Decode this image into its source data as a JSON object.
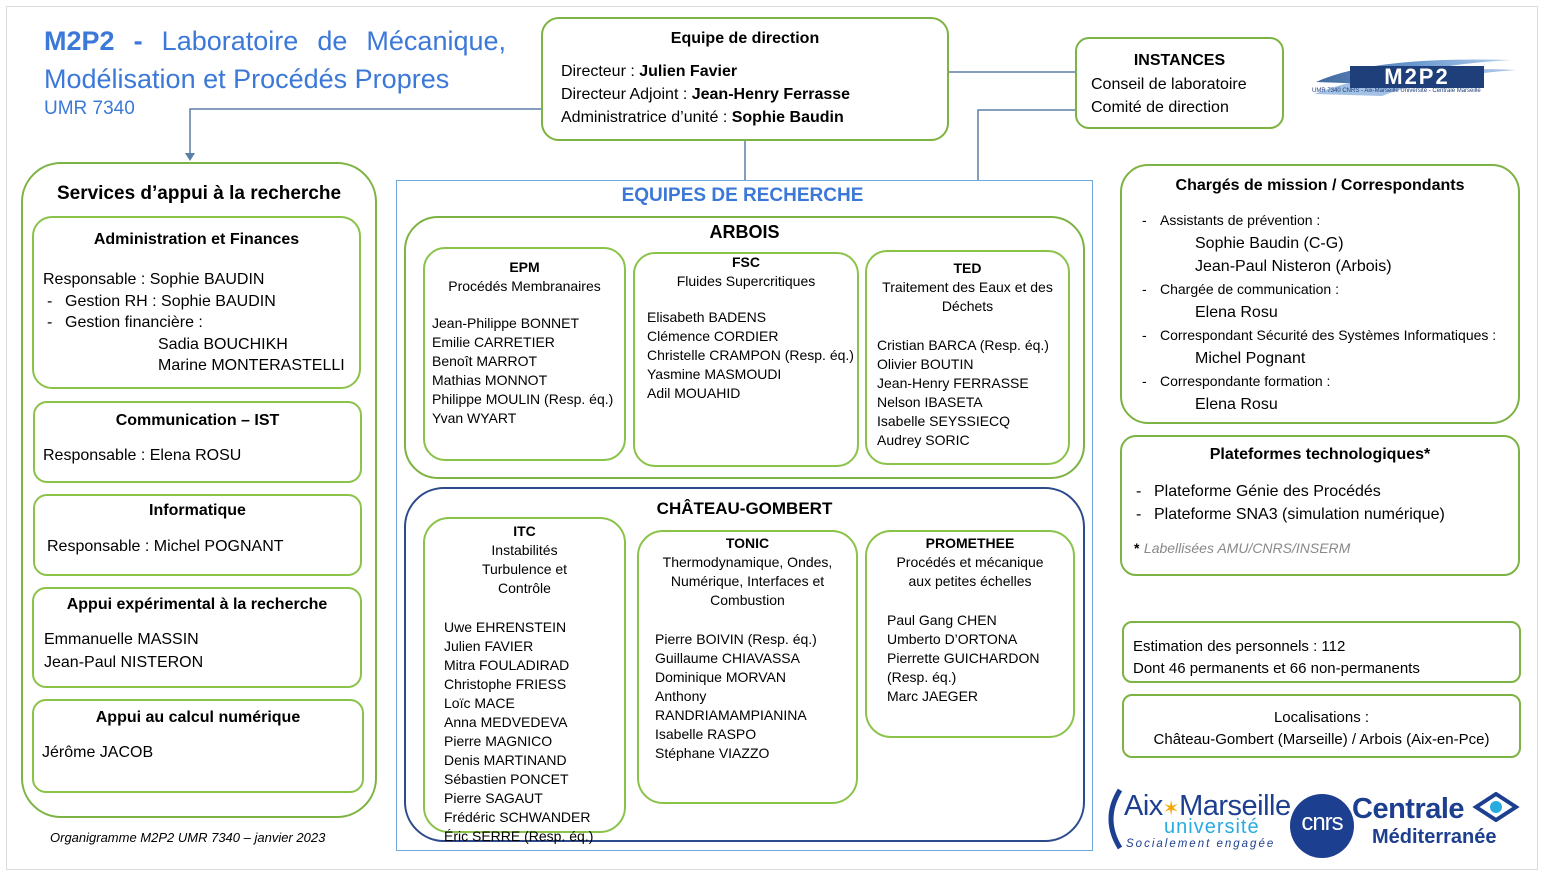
{
  "header": {
    "title_part1": "M2P2",
    "title_sep": " - ",
    "title_part2": "Laboratoire de Mécanique, Modélisation et Procédés Propres",
    "umr": "UMR 7340"
  },
  "direction": {
    "title": "Equipe de direction",
    "rows": [
      {
        "role": "Directeur : ",
        "name": "Julien Favier"
      },
      {
        "role": "Directeur Adjoint : ",
        "name": "Jean-Henry Ferrasse"
      },
      {
        "role": "Administratrice d’unité : ",
        "name": "Sophie Baudin"
      }
    ]
  },
  "instances": {
    "title": "INSTANCES",
    "items": [
      "Conseil de laboratoire",
      "Comité de direction"
    ]
  },
  "logo_m2p2": {
    "text": "M2P2",
    "subtitle": "UMR 7340 CNRS - Aix-Marseille Université - Centrale Marseille"
  },
  "services": {
    "title": "Services d’appui à la recherche",
    "admin": {
      "title": "Administration et Finances",
      "responsable": "Responsable : Sophie BAUDIN",
      "rh": "Gestion RH : Sophie BAUDIN",
      "fin": "Gestion financière :",
      "fin_names": [
        "Sadia BOUCHIKH",
        "Marine MONTERASTELLI"
      ]
    },
    "comm": {
      "title": "Communication – IST",
      "text": "Responsable : Elena ROSU"
    },
    "info": {
      "title": "Informatique",
      "text": "Responsable : Michel POGNANT"
    },
    "exp": {
      "title": "Appui expérimental à la recherche",
      "names": [
        "Emmanuelle MASSIN",
        "Jean-Paul NISTERON"
      ]
    },
    "calc": {
      "title": "Appui au calcul numérique",
      "text": "Jérôme JACOB"
    },
    "footer": "Organigramme M2P2 UMR 7340 – janvier 2023"
  },
  "research": {
    "title": "EQUIPES DE RECHERCHE",
    "arbois": {
      "title": "ARBOIS",
      "epm": {
        "code": "EPM",
        "name": "Procédés Membranaires",
        "members": [
          "Jean-Philippe BONNET",
          "Emilie CARRETIER",
          "Benoît MARROT",
          "Mathias MONNOT",
          "Philippe MOULIN (Resp. éq.)",
          "Yvan WYART"
        ]
      },
      "fsc": {
        "code": "FSC",
        "name": "Fluides Supercritiques",
        "members": [
          "Elisabeth BADENS",
          "Clémence CORDIER",
          "Christelle CRAMPON (Resp. éq.)",
          "Yasmine MASMOUDI",
          "Adil MOUAHID"
        ]
      },
      "ted": {
        "code": "TED",
        "name": "Traitement des Eaux et des Déchets",
        "members": [
          "Cristian BARCA (Resp. éq.)",
          "Olivier BOUTIN",
          "Jean-Henry FERRASSE",
          "Nelson IBASETA",
          "Isabelle SEYSSIECQ",
          "Audrey SORIC"
        ]
      }
    },
    "chateau": {
      "title": "CHÂTEAU-GOMBERT",
      "itc": {
        "code": "ITC",
        "name": "Instabilités Turbulence et Contrôle",
        "members": [
          "Uwe EHRENSTEIN",
          "Julien FAVIER",
          "Mitra FOULADIRAD",
          "Christophe FRIESS",
          "Loïc MACE",
          "Anna MEDVEDEVA",
          "Pierre MAGNICO",
          "Denis MARTINAND",
          "Sébastien PONCET",
          "Pierre SAGAUT",
          "Frédéric SCHWANDER",
          "Éric SERRE (Resp. éq.)"
        ]
      },
      "tonic": {
        "code": "TONIC",
        "name": "Thermodynamique, Ondes, Numérique, Interfaces et Combustion",
        "members": [
          "Pierre BOIVIN (Resp. éq.)",
          "Guillaume CHIAVASSA",
          "Dominique MORVAN",
          "Anthony",
          "RANDRIAMAMPIANINA",
          "Isabelle RASPO",
          "Stéphane VIAZZO"
        ]
      },
      "promethee": {
        "code": "PROMETHEE",
        "name": "Procédés et mécanique aux petites échelles",
        "members": [
          "Paul Gang CHEN",
          "Umberto D’ORTONA",
          "Pierrette GUICHARDON",
          "(Resp. éq.)",
          "Marc JAEGER"
        ]
      }
    }
  },
  "missions": {
    "title": "Chargés de mission / Correspondants",
    "items": [
      {
        "label": "Assistants de prévention :",
        "names": [
          "Sophie Baudin (C-G)",
          "Jean-Paul Nisteron (Arbois)"
        ]
      },
      {
        "label": "Chargée de communication :",
        "names": [
          "Elena Rosu"
        ]
      },
      {
        "label": "Correspondant Sécurité des Systèmes Informatiques :",
        "names": [
          "Michel Pognant"
        ]
      },
      {
        "label": "Correspondante formation :",
        "names": [
          "Elena Rosu"
        ]
      }
    ]
  },
  "plateformes": {
    "title": "Plateformes technologiques*",
    "items": [
      "Plateforme Génie des Procédés",
      "Plateforme SNA3 (simulation numérique)"
    ],
    "note_star": "*",
    "note": "Labellisées AMU/CNRS/INSERM"
  },
  "personnel": {
    "line1": "Estimation des personnels : 112",
    "line2": "Dont 46 permanents et 66 non-permanents"
  },
  "localisation": {
    "line1": "Localisations :",
    "line2": "Château-Gombert (Marseille) / Arbois (Aix-en-Pce)"
  },
  "logos": {
    "amu_aix": "Aix",
    "amu_star": "✶",
    "amu_marseille": "Marseille",
    "amu_univ": "université",
    "amu_tag": "Socialement engagée",
    "cnrs": "cnrs",
    "centrale": "Centrale",
    "med": "Méditerranée"
  },
  "colors": {
    "green": "#7cb342",
    "blue_title": "#3c78d8",
    "navy": "#2c4a8c",
    "light_blue": "#6fa8dc"
  }
}
